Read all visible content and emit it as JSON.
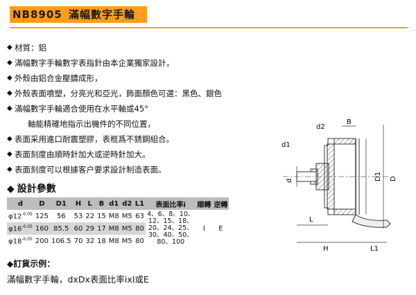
{
  "header": {
    "model": "NB8905",
    "title": "滿幅數字手輪"
  },
  "bullets": [
    "材質：鋁",
    "滿幅數字手輪數字表指針由本企業獨家設計，",
    "外殼由鋁合金壓鑄成形，",
    "外殼表面噴塑，分亮光和亞光，飾面顏色可選：黑色、銀色",
    "滿幅數字手輪適合使用在水平軸或45°",
    "軸能精確地指示出機件的不同位置，",
    "表面采用進口耐震塑膠，表框爲不銹鋼組合。",
    "表面刻度由順時針加大或逆時針加大。",
    "表面刻度可以根據客户要求設計制造表面。"
  ],
  "spec": {
    "title": "設計參數",
    "headers": [
      "d",
      "D",
      "D1",
      "H",
      "L",
      "B",
      "d1",
      "d2",
      "L1",
      "表面比率i",
      "順轉",
      "逆轉"
    ],
    "rows": [
      {
        "d": "φ12",
        "tol": "-0.05",
        "D": "125",
        "D1": "56",
        "H": "53",
        "L": "22",
        "B": "15",
        "d1": "M8",
        "d2": "M5",
        "L1": "63"
      },
      {
        "d": "φ16",
        "tol": "-0.05",
        "D": "160",
        "D1": "85.5",
        "H": "60",
        "L": "29",
        "B": "17",
        "d1": "M8",
        "d2": "M5",
        "L1": "80"
      },
      {
        "d": "φ18",
        "tol": "-0.05",
        "D": "200",
        "D1": "106.5",
        "H": "70",
        "L": "32",
        "B": "18",
        "d1": "M8",
        "d2": "M5",
        "L1": "80"
      }
    ],
    "ratio_lines": [
      "4、6、8、10、",
      "12、15、18、",
      "20、24、25、",
      "30、40、50、",
      "80、100"
    ],
    "cw": "I",
    "ccw": "E"
  },
  "order": {
    "title": "訂貨示例：",
    "example": "滿幅數字手輪，dxDx表面比率ixI或E"
  },
  "drawing": {
    "labels": {
      "d2": "d2",
      "B": "B",
      "d1": "d1",
      "d": "d",
      "D1": "D1",
      "D": "D",
      "L": "L",
      "H": "H",
      "L1": "L1"
    }
  }
}
